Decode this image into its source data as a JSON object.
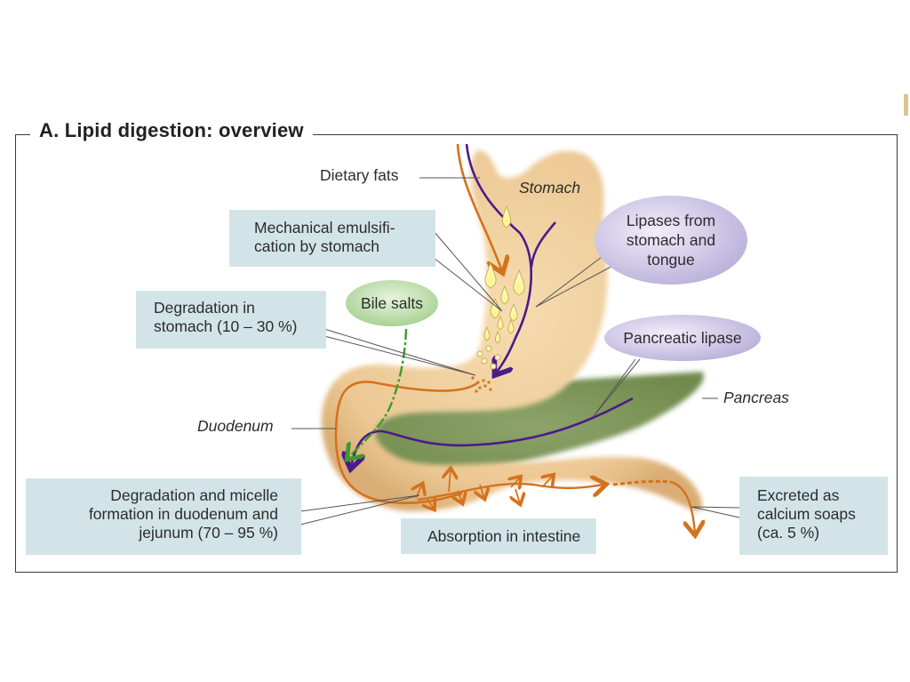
{
  "title": "A.  Lipid digestion: overview",
  "labels": {
    "dietary_fats": "Dietary fats",
    "stomach": "Stomach",
    "duodenum": "Duodenum",
    "pancreas": "Pancreas"
  },
  "boxes": {
    "mechanical": [
      "Mechanical emulsifi-",
      "cation by stomach"
    ],
    "degradation_stomach": [
      "Degradation in",
      "stomach (10 – 30 %)"
    ],
    "degradation_duodenum": [
      "Degradation and micelle",
      "formation in duodenum and",
      "jejunum (70 – 95 %)"
    ],
    "absorption": "Absorption in intestine",
    "excreted": [
      "Excreted as",
      "calcium soaps",
      "(ca. 5 %)"
    ]
  },
  "bubbles": {
    "bile_salts": "Bile salts",
    "lipases": [
      "Lipases from",
      "stomach and",
      "tongue"
    ],
    "pancreatic_lipase": "Pancreatic lipase"
  },
  "colors": {
    "box_fill": "#d3e4e8",
    "fat_path": "#d4721e",
    "lipase_path": "#4b1a8c",
    "bile_path": "#3e9a2e",
    "stomach_fill": "#ecc894",
    "pancreas_fill": "#8fa36a",
    "bile_bubble": "#b9dca8",
    "lipase_bubble": "#cfc8e6"
  }
}
